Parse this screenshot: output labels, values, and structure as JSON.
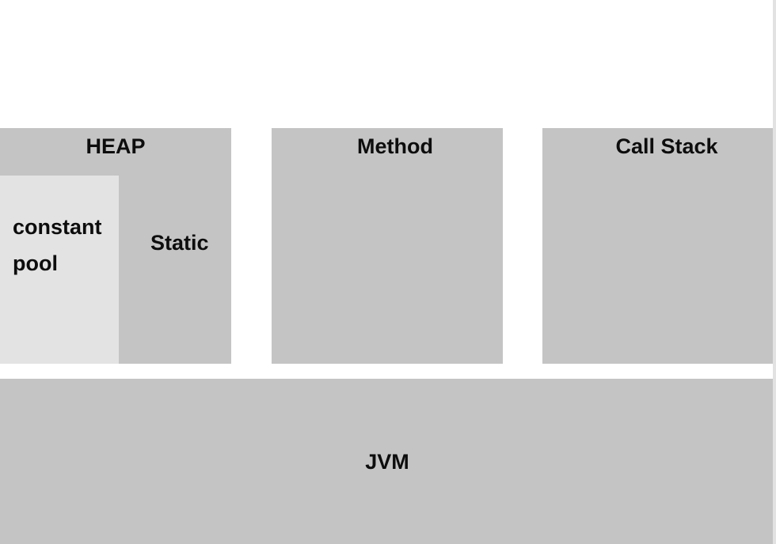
{
  "diagram": {
    "colors": {
      "background": "#ffffff",
      "region": "#c4c4c4",
      "subregion": "#e3e3e3",
      "text": "#0d0d0d"
    },
    "heap": {
      "title": "HEAP",
      "static_label": "Static",
      "constant_pool_label": "constant pool"
    },
    "method": {
      "title": "Method"
    },
    "call_stack": {
      "title": "Call Stack"
    },
    "jvm": {
      "title": "JVM"
    }
  }
}
